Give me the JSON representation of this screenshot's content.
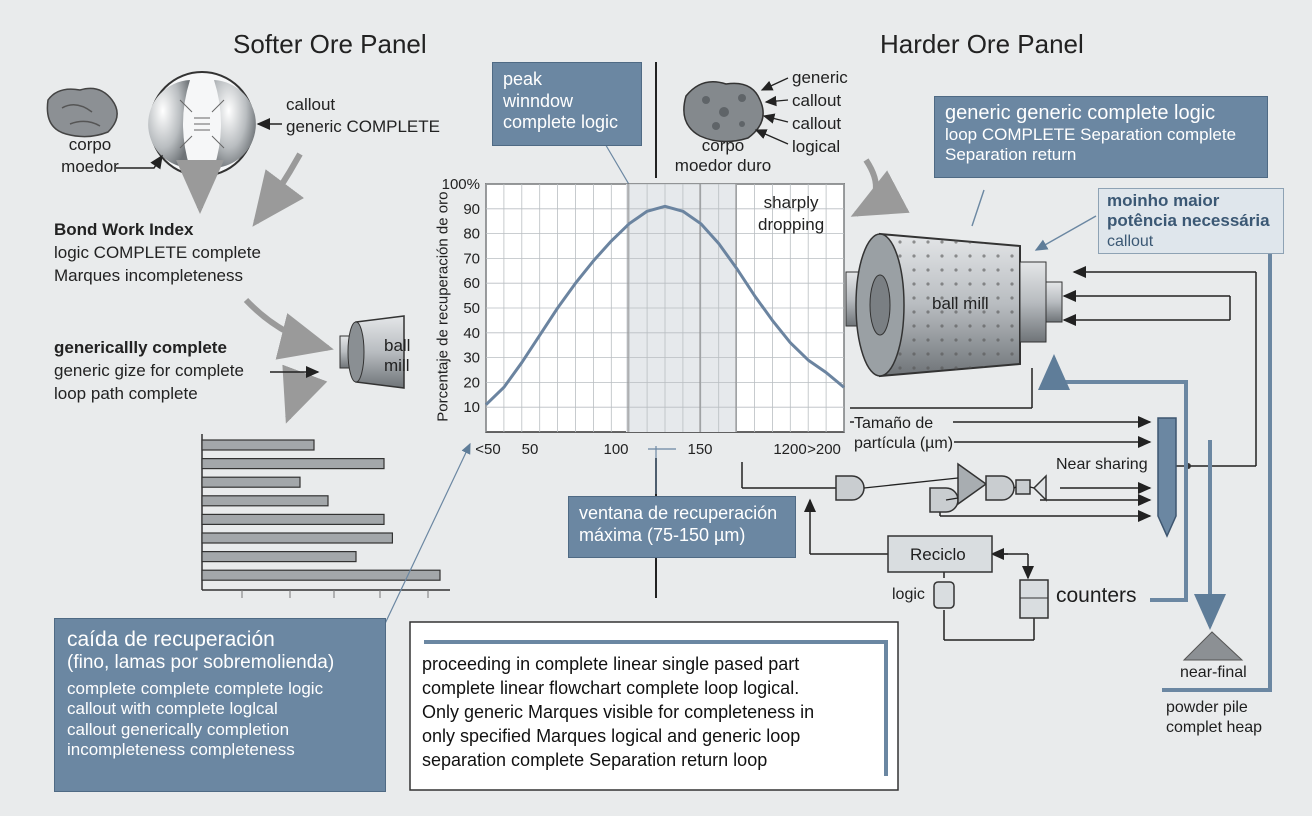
{
  "softer_panel": {
    "title": "Softer Ore Panel",
    "rock_label": [
      "corpo",
      "moedor"
    ],
    "callout_label": [
      "callout",
      "generic COMPLETE"
    ],
    "bond_title": "Bond Work Index",
    "bond_lines": [
      "logic COMPLETE complete",
      "Marques incompleteness"
    ],
    "generic_title": "genericallly complete",
    "generic_lines": [
      "generic gize for complete",
      "loop path complete"
    ],
    "mill_label": [
      "ball",
      "mill"
    ]
  },
  "harder_panel": {
    "title": "Harder Ore Panel",
    "rock_label": [
      "corpo",
      "moedor duro"
    ],
    "rock_callouts": [
      "generic",
      "callout",
      "callout",
      "logical"
    ],
    "mill_label": "ball mill",
    "logic_box": [
      "generic generic complete logic",
      "loop COMPLETE Separation complete",
      "Separation return"
    ],
    "power_box": [
      "moinho maior",
      "potência necessária",
      "callout"
    ]
  },
  "peak_box": [
    "peak",
    "winndow",
    "complete logic"
  ],
  "recovery_window_box": [
    "ventana de recuperación",
    "máxima (75-150 µm)"
  ],
  "sharply_dropping": [
    "sharply",
    "dropping"
  ],
  "drop_box": {
    "title": "caída de recuperación",
    "subtitle": "(fino, lamas por sobremolienda)",
    "lines": [
      "complete complete complete logic",
      "callout with complete loglcal",
      "callout generically completion",
      "incompleteness completeness"
    ]
  },
  "bottom_text": {
    "lines": [
      "proceeding in complete linear single pased part",
      "complete linear flowchart complete loop logical.",
      "Only generic Marques visible for completeness in",
      "only specified Marques logical and generic loop",
      "separation complete Separation return loop"
    ]
  },
  "flowchart": {
    "particle_label": [
      "Tamaño de",
      "partícula (µm)"
    ],
    "near_sharing": "Near sharing",
    "reciclo": "Reciclo",
    "logic": "logic",
    "counters": "counters",
    "pile_label": [
      "near-final"
    ],
    "pile_caption": [
      "powder pile",
      "complet heap"
    ]
  },
  "chart_data": {
    "type": "line",
    "ylabel": "Porcentaje de recuperación de oro",
    "ytick_labels": [
      "10",
      "20",
      "30",
      "40",
      "50",
      "60",
      "70",
      "80",
      "90",
      "100%"
    ],
    "yticks": [
      10,
      20,
      30,
      40,
      50,
      60,
      70,
      80,
      90,
      100
    ],
    "xtick_labels": [
      "<50",
      "50",
      "100",
      "150",
      "1200",
      ">200"
    ],
    "ylim": [
      0,
      100
    ],
    "grid": true,
    "series": [
      {
        "x_index": [
          0,
          0.5,
          1,
          1.5,
          2,
          2.5,
          3,
          3.5,
          4,
          4.5,
          5,
          5.5,
          6,
          6.5,
          7,
          7.5,
          8,
          8.5,
          9,
          9.5,
          10
        ],
        "values": [
          11,
          18,
          28,
          39,
          50,
          60,
          69,
          77,
          84,
          89,
          91,
          89,
          84,
          76,
          66,
          55,
          45,
          36,
          29,
          24,
          18
        ]
      }
    ],
    "highlight_window": [
      "75",
      "150"
    ]
  },
  "bar_data": {
    "type": "bar",
    "orientation": "horizontal",
    "values": [
      40,
      65,
      35,
      45,
      65,
      68,
      55,
      85
    ]
  },
  "colors": {
    "accent": "#6b87a2",
    "curve": "#6b84a0",
    "line": "#222222"
  }
}
